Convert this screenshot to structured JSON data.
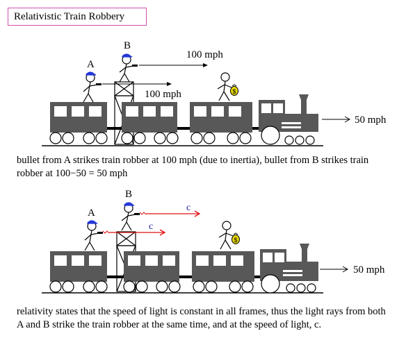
{
  "title": "Relativistic Train Robbery",
  "scene1": {
    "person_a": "A",
    "person_b": "B",
    "bullet_b_speed": "100 mph",
    "bullet_a_speed": "100 mph",
    "train_speed": "50 mph",
    "caption": "bullet from A strikes train robber at 100 mph (due to inertia), bullet from B strikes train robber at 100−50 = 50 mph"
  },
  "scene2": {
    "person_a": "A",
    "person_b": "B",
    "ray_b_label": "c",
    "ray_a_label": "c",
    "train_speed": "50 mph",
    "caption": "relativity states that the speed of light is constant in all frames, thus the light rays from both A and B strike the train robber at the same time, and at the speed of light, c."
  },
  "colors": {
    "train_body": "#585858",
    "window": "#ffffff",
    "hat": "#2438d8",
    "light_ray": "#e01010",
    "ray_label": "#1a1aa0",
    "money_bag": "#e8d800",
    "title_border": "#d24fb0"
  }
}
